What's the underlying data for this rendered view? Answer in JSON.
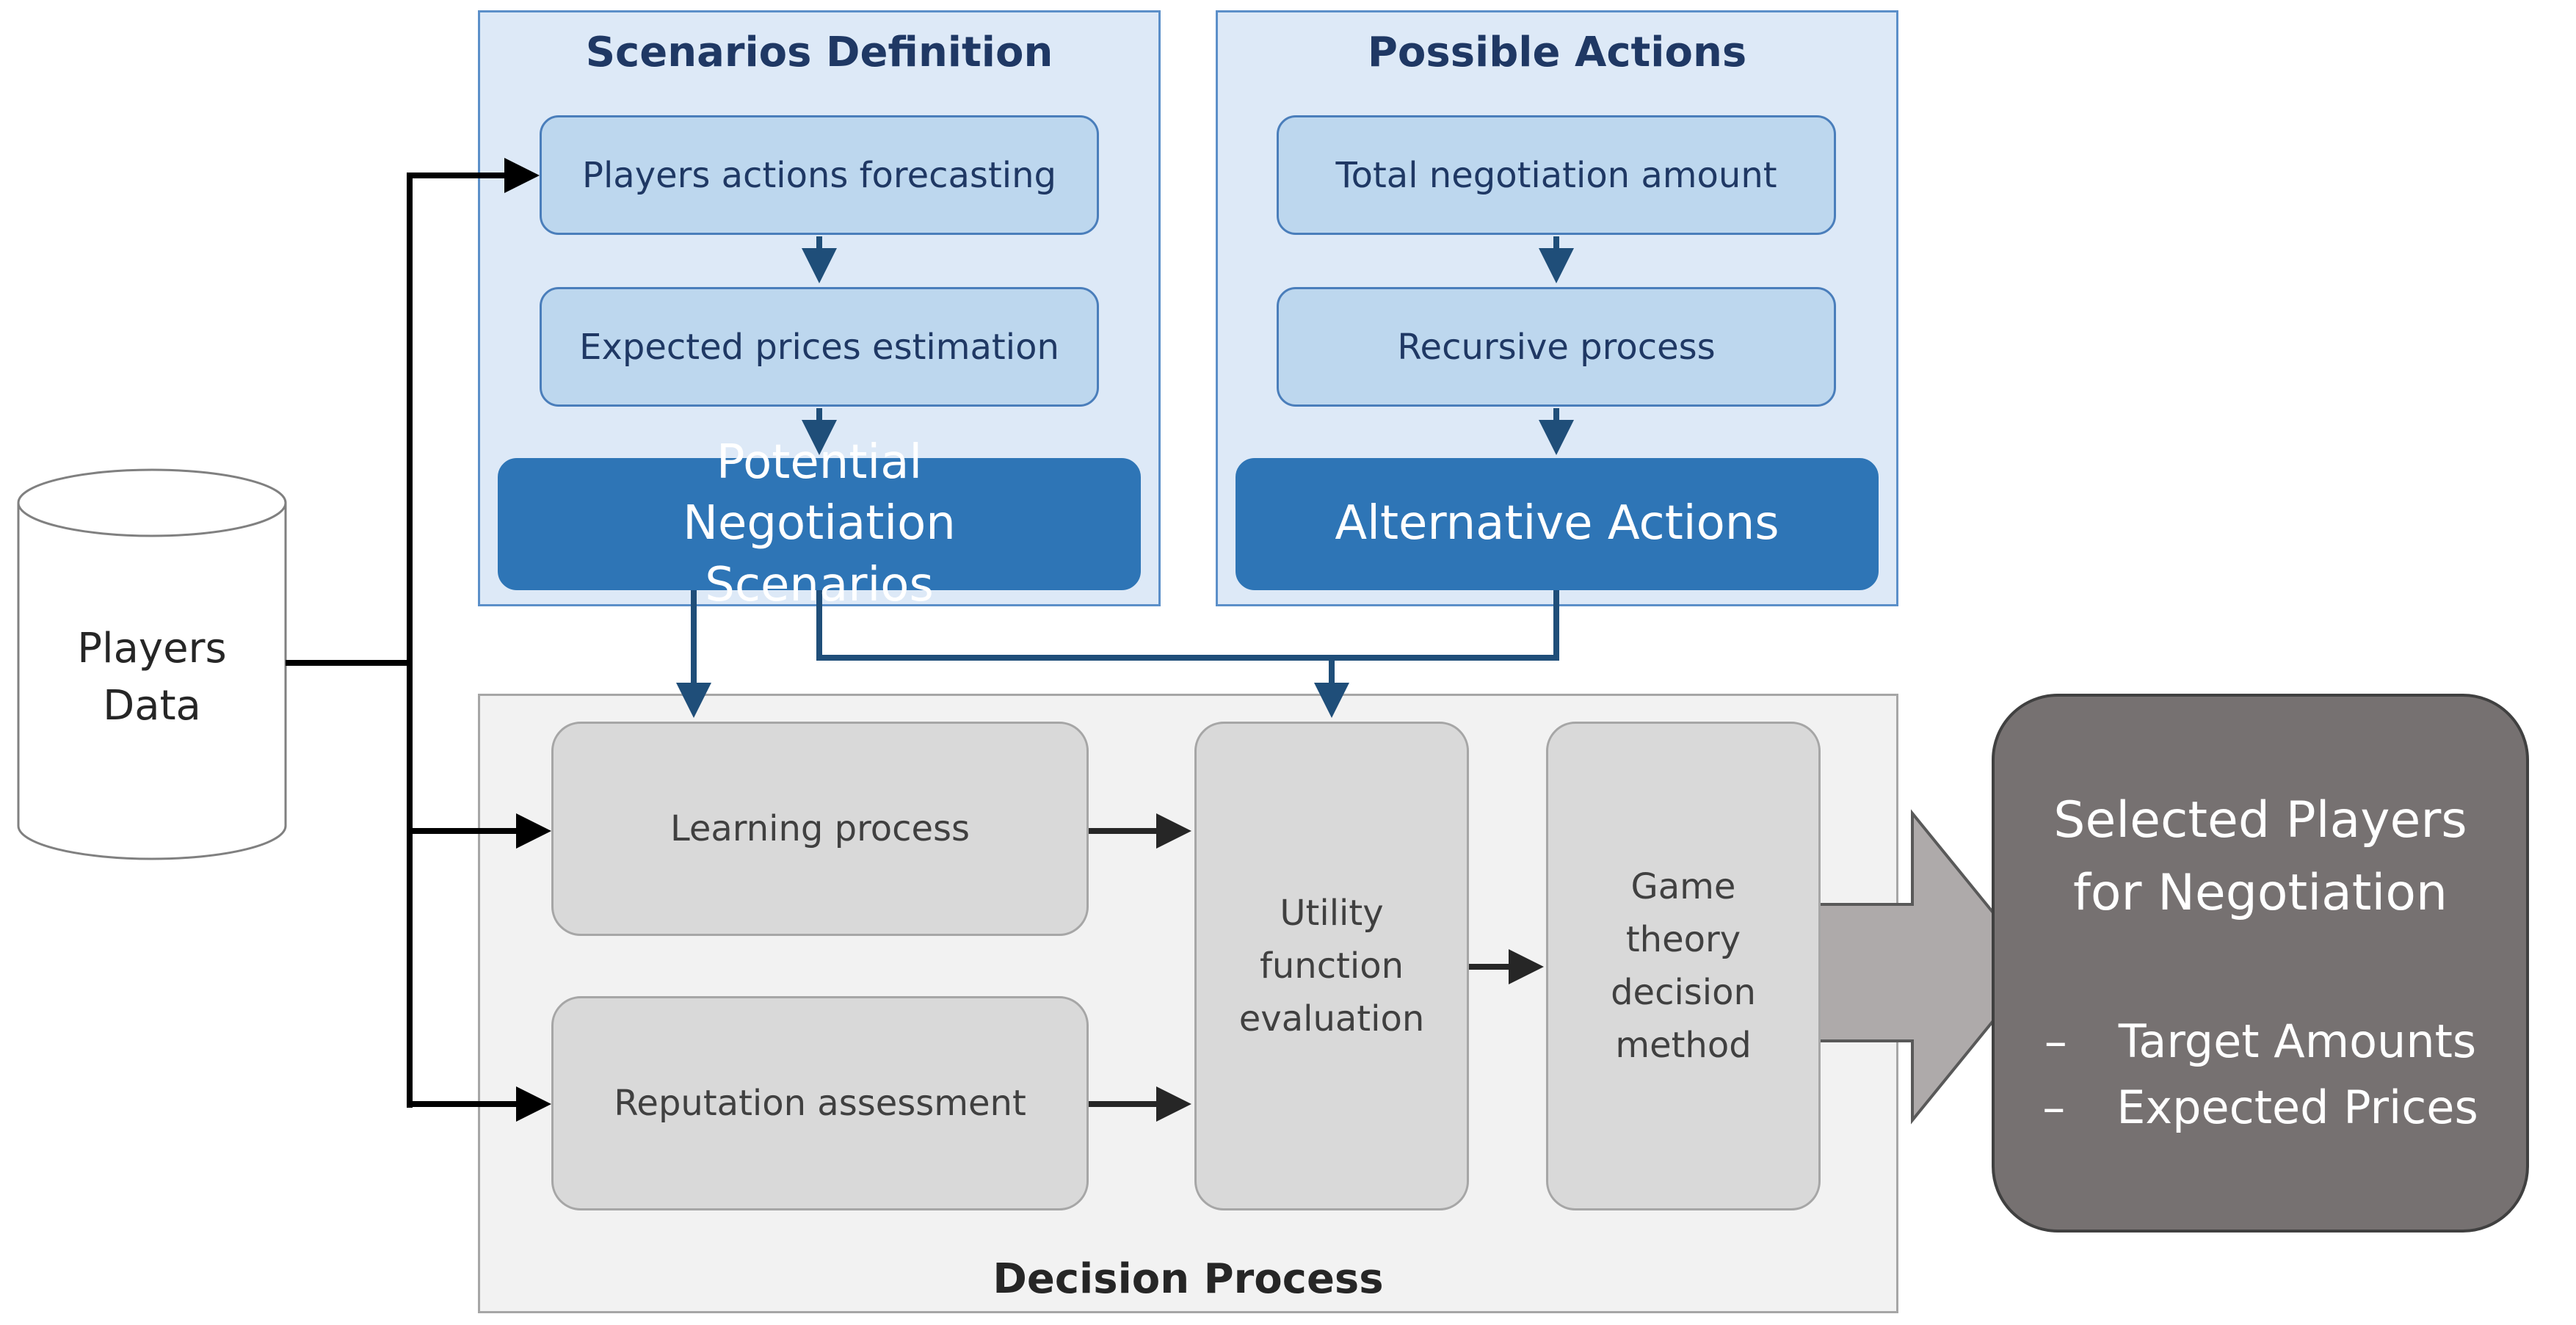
{
  "colors": {
    "panel_blue_fill": "#dde9f7",
    "light_box_fill": "#bdd7ee",
    "dark_box_fill": "#2e75b6",
    "gray_box_fill": "#d9d9d9",
    "output_fill": "#767171",
    "title_text": "#1f3864",
    "arrow_blue": "#1f4e79"
  },
  "database": {
    "label": "Players Data"
  },
  "scenarios": {
    "title": "Scenarios Definition",
    "step1": "Players actions forecasting",
    "step2": "Expected prices estimation",
    "result": "Potential Negotiation Scenarios"
  },
  "actions": {
    "title": "Possible Actions",
    "step1": "Total negotiation amount",
    "step2": "Recursive process",
    "result": "Alternative Actions"
  },
  "decision": {
    "title": "Decision Process",
    "learning": "Learning process",
    "reputation": "Reputation assessment",
    "utility": "Utility function evaluation",
    "game": "Game theory decision method"
  },
  "output": {
    "title": "Selected Players for Negotiation",
    "bullets": [
      "Target Amounts",
      "Expected Prices"
    ],
    "bullet_marker": "–"
  }
}
